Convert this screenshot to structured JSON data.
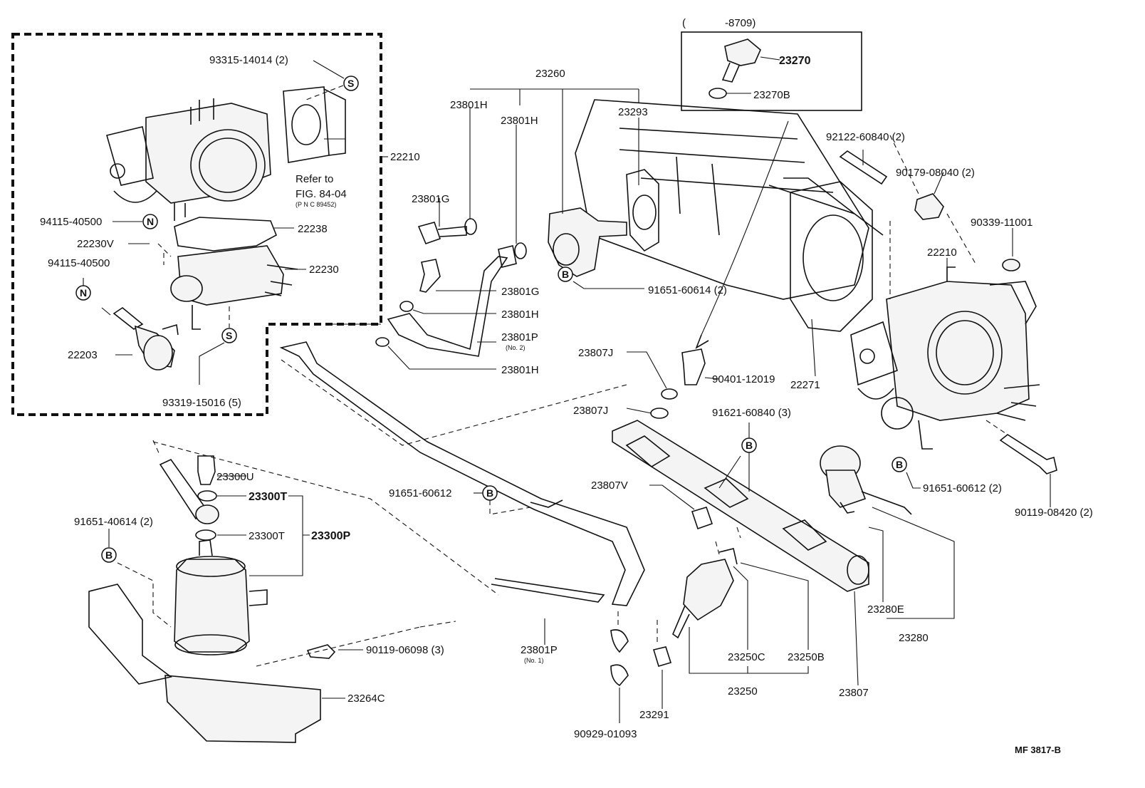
{
  "diagram": {
    "range_label_open": "(",
    "range_label": "-8709)",
    "footer_code": "MF  3817-B"
  },
  "labels": {
    "p93315": "93315-14014 (2)",
    "p22210a": "22210",
    "refer1": "Refer to",
    "refer2": "FIG. 84-04",
    "refer3": "(P N C 89452)",
    "p94115a": "94115-40500",
    "p22238": "22238",
    "p22230V": "22230V",
    "p94115b": "94115-40500",
    "p22230": "22230",
    "p22203": "22203",
    "p93319": "93319-15016 (5)",
    "p23260": "23260",
    "p23801H_1": "23801H",
    "p23801H_2": "23801H",
    "p23293": "23293",
    "p23801G_1": "23801G",
    "p91651_60614": "91651-60614 (2)",
    "p23801G_2": "23801G",
    "p23801H_3": "23801H",
    "p23801P_2": "23801P",
    "p23801P_2_sub": "(No. 2)",
    "p23801H_4": "23801H",
    "p23270": "23270",
    "p23270B": "23270B",
    "p92122": "92122-60840 (2)",
    "p90179": "90179-08040 (2)",
    "p90339": "90339-11001",
    "p22210b": "22210",
    "p23807J_1": "23807J",
    "p90401": "90401-12019",
    "p22271": "22271",
    "p23807J_2": "23807J",
    "p91621": "91621-60840 (3)",
    "p23300U": "23300U",
    "p23300T_1": "23300T",
    "p23300T_2": "23300T",
    "p23300P": "23300P",
    "p91651_40614": "91651-40614 (2)",
    "p91651_60612a": "91651-60612",
    "p23807V": "23807V",
    "p91651_60612b": "91651-60612 (2)",
    "p90119_08420": "90119-08420 (2)",
    "p90119_06098": "90119-06098 (3)",
    "p23264C": "23264C",
    "p23801P_1": "23801P",
    "p23801P_1_sub": "(No. 1)",
    "p90929": "90929-01093",
    "p23291": "23291",
    "p23250C": "23250C",
    "p23250B": "23250B",
    "p23250": "23250",
    "p23280E": "23280E",
    "p23280": "23280",
    "p23807": "23807"
  },
  "symbols": {
    "S": "S",
    "N": "N",
    "B": "B"
  },
  "colors": {
    "ink": "#111111",
    "paper": "#ffffff"
  }
}
